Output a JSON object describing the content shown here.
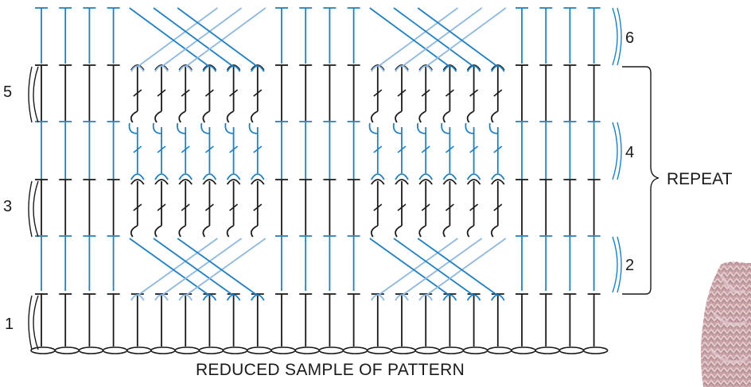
{
  "caption": "REDUCED SAMPLE OF PATTERN",
  "repeat_label": "REPEAT",
  "rows": [
    {
      "number": "1",
      "side": "left",
      "color": "#1a1a1a"
    },
    {
      "number": "2",
      "side": "right",
      "color": "#1f7fc0"
    },
    {
      "number": "3",
      "side": "left",
      "color": "#1a1a1a"
    },
    {
      "number": "4",
      "side": "right",
      "color": "#1f7fc0"
    },
    {
      "number": "5",
      "side": "left",
      "color": "#1a1a1a"
    },
    {
      "number": "6",
      "side": "right",
      "color": "#1f7fc0"
    }
  ],
  "colors": {
    "black_stitch": "#1a1a1a",
    "blue_stitch": "#1f7fc0",
    "light_blue_stitch": "#8fb8e0",
    "swatch": "#c9a2a8"
  },
  "foundation_chain_count": 24,
  "stitches_per_row": 24,
  "cable_panels": 2
}
